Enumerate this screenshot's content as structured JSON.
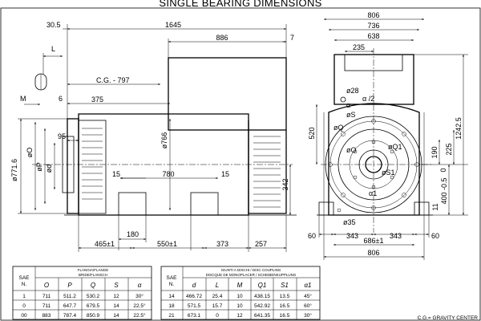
{
  "title": "SINGLE BEARING DIMENSIONS",
  "side_view": {
    "dims": {
      "overall_length": "1645",
      "left_offset": "30.5",
      "terminal_box": "886",
      "right_offset": "7",
      "cg": "C.G. - 797",
      "len_375": "375",
      "m_label": "M",
      "l_label": "L",
      "six": "6",
      "ninety_five": "95",
      "diam_766": "ø766",
      "diam_7716": "ø771.6",
      "o_label": "øO",
      "p_label": "øP",
      "d_label": "ød",
      "fifteen_a": "15",
      "fifteen_b": "15",
      "len_780": "780",
      "h_342": "342",
      "h_180": "180",
      "foot_465": "465±1",
      "foot_550": "550±1",
      "len_373": "373",
      "len_257": "257"
    }
  },
  "end_view": {
    "dims": {
      "w806_top": "806",
      "w736": "736",
      "w638": "638",
      "w235": "235",
      "h520": "520",
      "h1242": "1242.5",
      "h225": "225",
      "h190": "190",
      "h0": "0",
      "h400": "400 -0.5",
      "h11": "11",
      "d28": "ø28",
      "alpha2": "α /2",
      "alpha": "α",
      "s_label": "øS",
      "q_label": "øQ",
      "q1_label": "øQ1",
      "s1_label": "øS1",
      "alpha1": "α1",
      "d35": "ø35",
      "w60a": "60",
      "w343a": "343",
      "w343b": "343",
      "w60b": "60",
      "w686": "686±1",
      "w806_bot": "806"
    }
  },
  "flange_table": {
    "title1": "FLANGIA/FLANGE",
    "title2": "BRIDE/FLANSCH",
    "sae_label": "SAE",
    "n_label": "N.",
    "headers": [
      "O",
      "P",
      "Q",
      "S",
      "α"
    ],
    "rows": [
      [
        "1",
        "711",
        "511.2",
        "530.2",
        "12",
        "30°"
      ],
      [
        "0",
        "711",
        "647.7",
        "679.5",
        "14",
        "22.5°"
      ],
      [
        "00",
        "883",
        "787.4",
        "850.9",
        "14",
        "22.5°"
      ]
    ]
  },
  "coupling_table": {
    "title1": "GIUNTI A DISCHI / DISC COUPLING",
    "title2": "DISCQUE DE MONOPLACER / SCHEIBENKUPPLUNG",
    "sae_label": "SAE",
    "n_label": "N.",
    "headers": [
      "d",
      "L",
      "M",
      "Q1",
      "S1",
      "α1"
    ],
    "rows": [
      [
        "14",
        "466.72",
        "25.4",
        "10",
        "438.15",
        "13.5",
        "45°"
      ],
      [
        "18",
        "571.5",
        "15.7",
        "10",
        "542.92",
        "16.5",
        "60°"
      ],
      [
        "21",
        "673.1",
        "0",
        "12",
        "641.35",
        "16.5",
        "30°"
      ]
    ]
  },
  "footnote": "C.G.= GRAVITY CENTER"
}
